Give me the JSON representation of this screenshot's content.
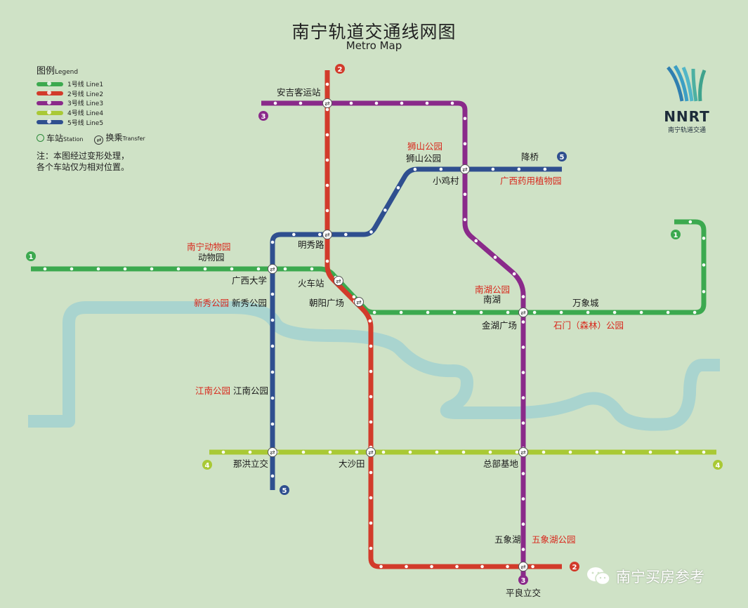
{
  "title": "南宁轨道交通线网图",
  "subtitle": "Metro Map",
  "legend": {
    "heading": "图例",
    "heading_en": "Legend",
    "lines": [
      {
        "label": "1号线 Line1",
        "color": "#3ca94f"
      },
      {
        "label": "2号线 Line2",
        "color": "#d23b2b"
      },
      {
        "label": "3号线 Line3",
        "color": "#8a2a8a"
      },
      {
        "label": "4号线 Line4",
        "color": "#a9c935"
      },
      {
        "label": "5号线 Line5",
        "color": "#2f4f8f"
      }
    ],
    "station_label": "车站",
    "station_en": "Station",
    "transfer_label": "换乘",
    "transfer_en": "Transfer",
    "note_line1": "注：本图经过变形处理，",
    "note_line2": "各个车站仅为相对位置。"
  },
  "logo": {
    "word": "NNRT",
    "cn": "南宁轨道交通"
  },
  "watermark": "南宁买房参考",
  "line_badges": [
    "1",
    "2",
    "3",
    "4",
    "5"
  ],
  "river_color": "#a9d4cf",
  "stations_black": [
    "安吉客运站",
    "狮山公园",
    "降桥",
    "小鸡村",
    "明秀路",
    "动物园",
    "广西大学",
    "火车站",
    "新秀公园",
    "朝阳广场",
    "南湖",
    "万象城",
    "金湖广场",
    "江南公园",
    "那洪立交",
    "大沙田",
    "总部基地",
    "五象湖",
    "平良立交"
  ],
  "landmarks_red": [
    "狮山公园",
    "广西药用植物园",
    "南宁动物园",
    "新秀公园",
    "南湖公园",
    "石门（森林）公园",
    "江南公园",
    "五象湖公园"
  ]
}
